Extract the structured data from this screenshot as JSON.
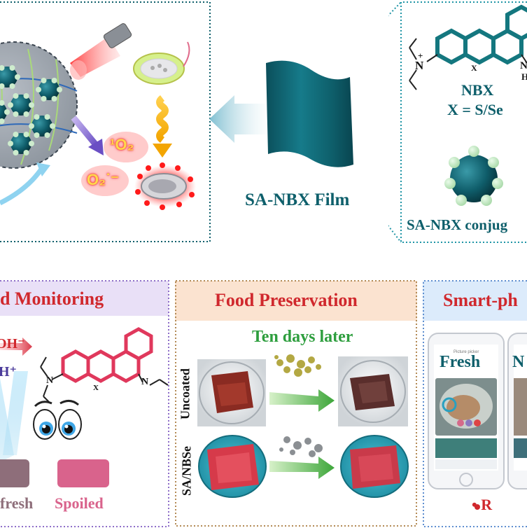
{
  "top": {
    "film_label": "SA-NBX Film",
    "nbx_name": "NBX",
    "nbx_formula": "X = S/Se",
    "conjugate_label": "SA-NBX conjug",
    "singlet_oxygen": "¹O₂",
    "superoxide": "O₂˙⁻",
    "chem_atoms": {
      "n_plus": "N",
      "plus": "+",
      "x": "X",
      "n_right": "N",
      "h": "H"
    }
  },
  "panels": {
    "monitoring": {
      "title": "d Monitoring",
      "oh_label": "OH⁻",
      "h_label": "H⁺",
      "fresh_label": "fresh",
      "spoiled_label": "Spoiled",
      "chem_atoms": {
        "n": "N",
        "x": "X",
        "n2": "N"
      },
      "colors": {
        "fresh": "#8e6e7a",
        "spoiled": "#d9638c"
      }
    },
    "preservation": {
      "title": "Food Preservation",
      "subtitle": "Ten days later",
      "row_uncoated": "Uncoated",
      "row_coated": "SA/NBSe"
    },
    "smartphone": {
      "title": "Smart-ph",
      "phone1_label": "Fresh",
      "phone2_label": "N",
      "bottom_label": "• R",
      "screen_header": "Picture picker"
    }
  },
  "colors": {
    "panel_monitoring_header": "#e9e0f7",
    "panel_preservation_header": "#fbe3d0",
    "panel_smartphone_header": "#dcebfb",
    "title_red": "#d0282d",
    "green_text": "#2e9e3e",
    "teal": "#0e5f6b"
  }
}
